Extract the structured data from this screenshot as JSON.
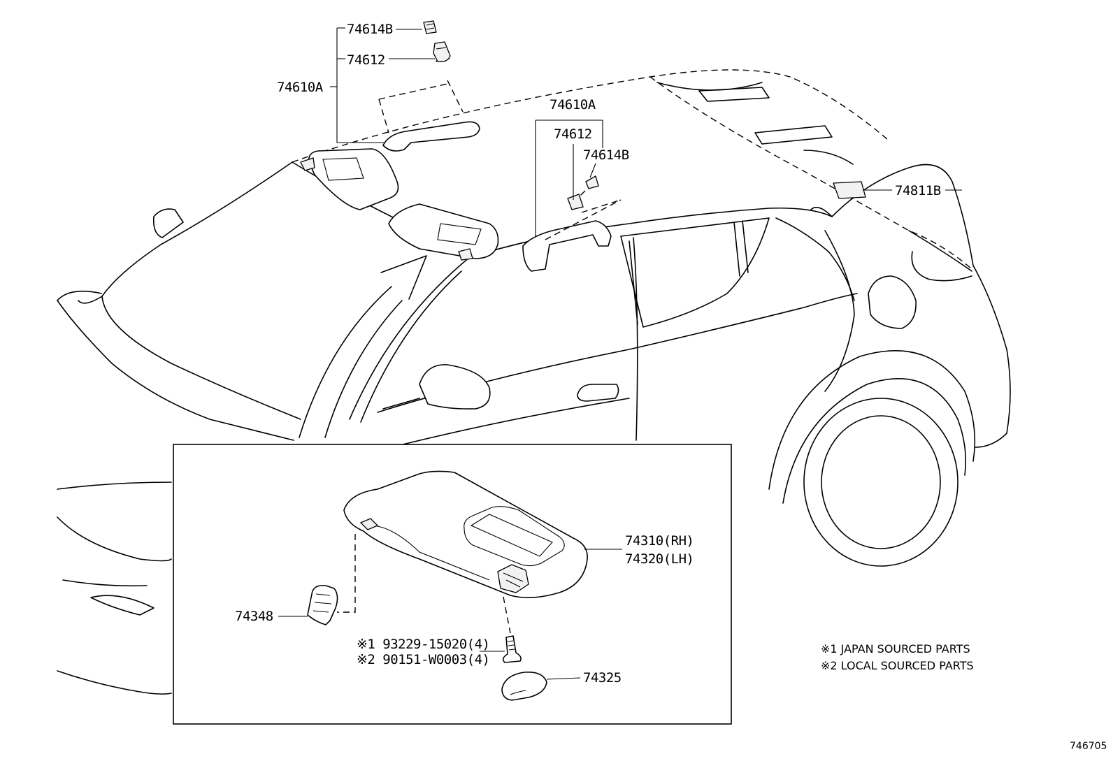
{
  "parts": {
    "clip_top": "74614B",
    "grip_screw_top": "74612",
    "grip_assy_left": "74610A",
    "grip_assy_center": "74610A",
    "grip_screw_center": "74612",
    "clip_center": "74614B",
    "rear_lamp": "74811B",
    "visor_rh": "74310(RH)",
    "visor_lh": "74320(LH)",
    "visor_holder": "74348",
    "screw_1": "※1 93229-15020(4)",
    "screw_2": "※2 90151-W0003(4)",
    "cover": "74325"
  },
  "notes": {
    "note_1": "※1 JAPAN SOURCED PARTS",
    "note_2": "※2 LOCAL SOURCED PARTS"
  },
  "figure_number": "746705"
}
